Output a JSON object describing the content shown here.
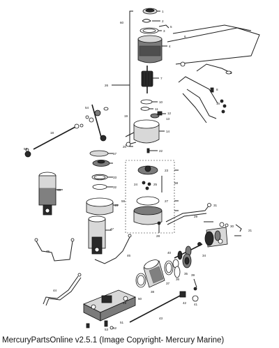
{
  "caption": "MercuryPartsOnline v2.5.1 (Image Copyright- Mercury Marine)",
  "callouts": {
    "c1": "1",
    "c2": "2",
    "c3": "3",
    "c4": "4",
    "c5": "5",
    "c6": "6",
    "c7": "7",
    "c8": "8",
    "c9": "9",
    "c10": "10",
    "c11": "11",
    "c12": "12",
    "c13": "13",
    "c14": "14",
    "c16": "16",
    "c18": "18",
    "c19": "19",
    "c20": "20",
    "c21": "21",
    "c22": "22",
    "c23": "23",
    "c24": "24",
    "c25": "25",
    "c26": "26",
    "c27": "27",
    "c28": "28",
    "c29": "29",
    "c30": "30",
    "c31": "31",
    "c32": "32",
    "c33": "33",
    "c34": "34",
    "c35": "35",
    "c36": "36",
    "c37": "37",
    "c38": "38",
    "c39": "39",
    "c40": "40",
    "c41": "41",
    "c42": "42",
    "c43": "43",
    "c44": "44",
    "c45": "45",
    "c46": "46",
    "c47": "47",
    "c48": "48",
    "c49": "49",
    "c50": "50",
    "c51": "51",
    "c52": "52",
    "c53": "53",
    "c54": "54",
    "c55": "55",
    "c56": "56",
    "c57": "57",
    "c58": "58",
    "c59": "59",
    "c60": "60"
  }
}
